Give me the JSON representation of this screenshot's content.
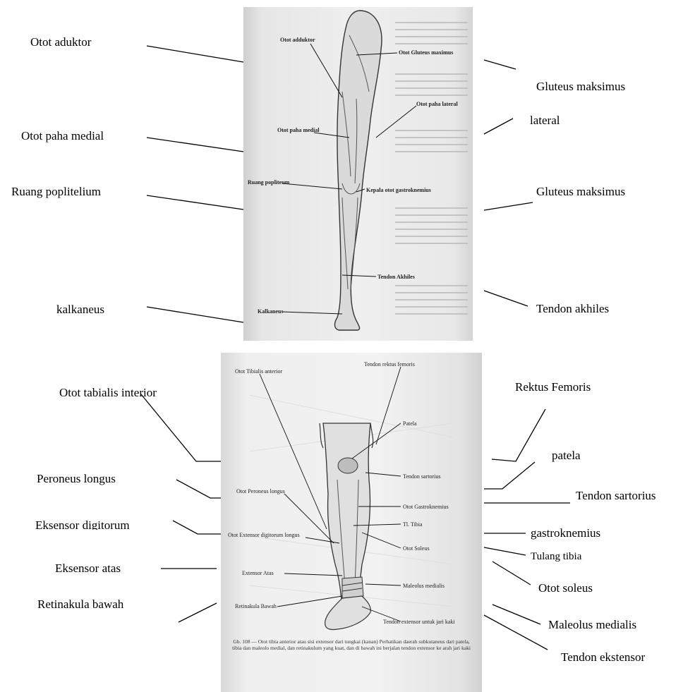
{
  "top_plate": {
    "labels": {
      "adductor": "Otot adduktor",
      "gluteus": "Otot Gluteus maximus",
      "thigh_lateral": "Otot paha lateral",
      "thigh_medial": "Otot paha medial",
      "popliteum": "Ruang popliteum",
      "gastrocnemius_head": "Kepala otot gastroknemius",
      "achilles": "Tendon Akhiles",
      "calcaneus": "Kalkaneus"
    }
  },
  "bottom_plate": {
    "labels": {
      "tibialis_anterior": "Otot Tibialis anterior",
      "rectus_femoris": "Tendon rektus femoris",
      "patella": "Patela",
      "sartorius": "Tendon sartorius",
      "peroneus": "Otot Peroneus longus",
      "gastrocnemius": "Otot Gastroknemius",
      "tibia": "Tl. Tibia",
      "extensor_digitorum": "Otot Extensor digitorum longus",
      "soleus": "Otot Soleus",
      "extensor_atas": "Extensor Atas",
      "malleolus": "Maleolus medialis",
      "retinakula": "Retinakula Bawah",
      "tendon_extensor": "Tendon extensor untuk jari kaki"
    },
    "caption": "Gb. 108 — Otot tibia anterior atau sisi extensor dari tungkai (kanan) Perhatikan daerah subkutaneus dari patela, tibia dan maleolo medial, dan retinakulum yang kuat, dan di bawah ini berjalan tendon extensor ke arah jari kaki"
  },
  "annotations": {
    "left_top": {
      "otot_aduktor": "Otot aduktor",
      "otot_paha_medial": "Otot paha medial",
      "ruang_poplitelium": "Ruang poplitelium",
      "kalkaneus": "kalkaneus"
    },
    "right_top": {
      "gluteus_1": "Gluteus maksimus",
      "lateral": "lateral",
      "gluteus_2": "Gluteus maksimus",
      "tendon_akhiles": "Tendon akhiles"
    },
    "left_bottom": {
      "tabialis": "Otot tabialis interior",
      "peroneus": "Peroneus longus",
      "eksensor_digitorum": "Eksensor digitorum",
      "eksensor_atas": "Eksensor atas",
      "retinakula": "Retinakula bawah"
    },
    "right_bottom": {
      "rektus": "Rektus Femoris",
      "patela": "patela",
      "sartorius": "Tendon sartorius",
      "gastroknemius": "gastroknemius",
      "tulang_tibia": "Tulang tibia",
      "soleus": "Otot soleus",
      "maleolus": "Maleolus medialis",
      "tendon_ekstensor": "Tendon ekstensor"
    }
  }
}
